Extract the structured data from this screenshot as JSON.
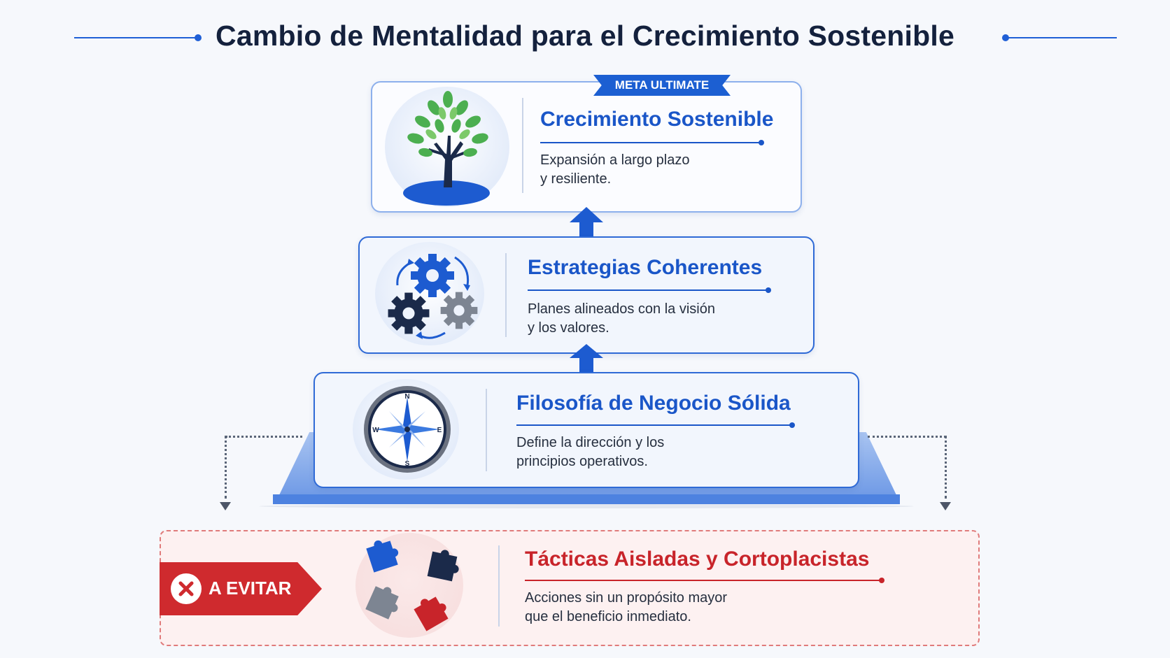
{
  "title": "Cambio de Mentalidad para el Crecimiento Sostenible",
  "colors": {
    "primary": "#1a56c8",
    "navy": "#14213d",
    "danger": "#c8242a",
    "platform": "#6f9ae6"
  },
  "levels": [
    {
      "badge": "META ULTIMATE",
      "title": "Crecimiento Sostenible",
      "description": [
        "Expansión a largo plazo",
        "y resiliente."
      ],
      "icon": "tree-icon"
    },
    {
      "title": "Estrategias Coherentes",
      "description": [
        "Planes alineados con la visión",
        "y los valores."
      ],
      "icon": "gears-icon"
    },
    {
      "title": "Filosofía de Negocio Sólida",
      "description": [
        "Define la dirección y los",
        "principios operativos."
      ],
      "icon": "compass-icon",
      "compass": {
        "n": "N",
        "e": "E",
        "s": "S",
        "w": "W"
      }
    }
  ],
  "avoid": {
    "tag": "A EVITAR",
    "title": "Tácticas Aisladas y Cortoplacistas",
    "description": [
      "Acciones sin un propósito mayor",
      "que el beneficio inmediato."
    ],
    "icon": "puzzle-pieces-icon"
  }
}
